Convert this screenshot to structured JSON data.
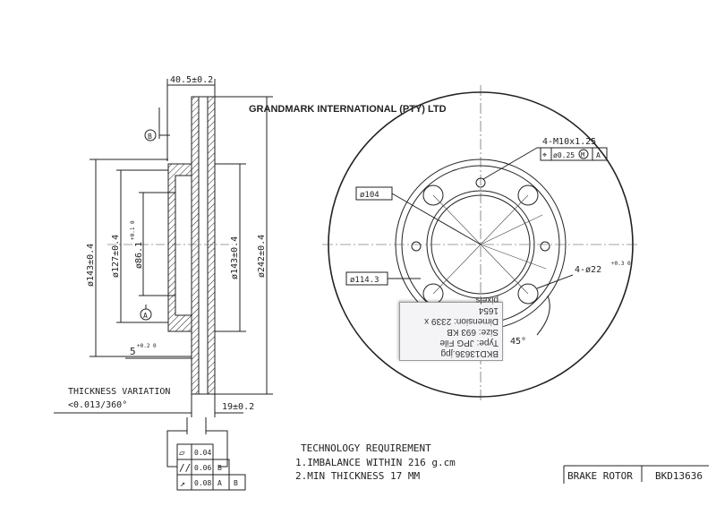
{
  "company": "GRANDMARK INTERNATIONAL (PTY) LTD",
  "side_view": {
    "width_dim": "40.5±0.2",
    "datum_b": "B",
    "datum_a": "A",
    "dia_143_left": "ø143±0.4",
    "dia_127": "ø127±0.4",
    "dia_86": "ø86.1",
    "dia_86_tol": "+0.1 0",
    "dia_143_right": "ø143±0.4",
    "dia_242": "ø242±0.4",
    "offset_dim": "5",
    "offset_tol": "+0.2 0",
    "thickness_dim": "19±0.2",
    "thickness_variation_label": "THICKNESS VARIATION",
    "thickness_variation_value": "<0.013/360°"
  },
  "tolerance_frame": [
    {
      "symbol": "▱",
      "value": "0.04",
      "datums": []
    },
    {
      "symbol": "//",
      "value": "0.06",
      "datums": [
        "B"
      ]
    },
    {
      "symbol": "↗",
      "value": "0.08",
      "datums": [
        "A",
        "B"
      ]
    }
  ],
  "front_view": {
    "thread_callout": "4-M10x1.25",
    "position_tol": "ø0.25",
    "position_mod": "M",
    "position_datum": "A",
    "dia_104": "ø104",
    "dia_114": "ø114.3",
    "holes": "4-ø22",
    "holes_tol": "+0.3 0",
    "angle": "45°"
  },
  "notes": {
    "title": "TECHNOLOGY REQUIREMENT",
    "items": [
      "1.IMBALANCE WITHIN 216 g.cm",
      "2.MIN THICKNESS 17 MM"
    ]
  },
  "title_block": {
    "name": "BRAKE ROTOR",
    "part_no": "BKD13636"
  },
  "tooltip": {
    "filename": "BKD13636.jpg",
    "type": "Type: JPG File",
    "size": "Size: 693 KB",
    "dimension": "Dimension: 2339 x 1654",
    "dimension2": "pixels"
  }
}
